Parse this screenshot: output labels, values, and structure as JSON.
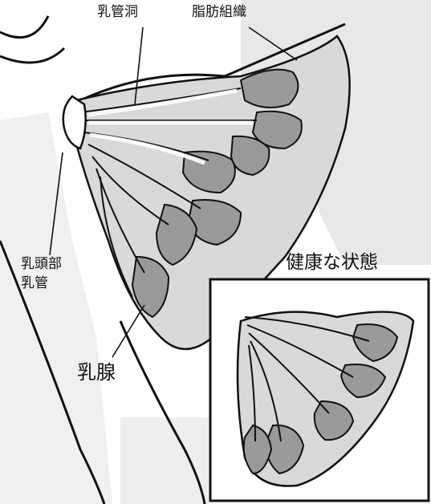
{
  "labels": {
    "lactiferous_sinus": "乳管洞",
    "adipose_tissue": "脂肪組織",
    "nipple_duct_line1": "乳頭部",
    "nipple_duct_line2": "乳管",
    "mammary_gland": "乳腺",
    "healthy_state": "健康な状態"
  },
  "colors": {
    "line": "#111111",
    "gland_gray": "#9a9a9a",
    "fat_lightgray": "#d9d9d9",
    "background_gray": "#e8e8e8",
    "paper": "#ffffff"
  }
}
